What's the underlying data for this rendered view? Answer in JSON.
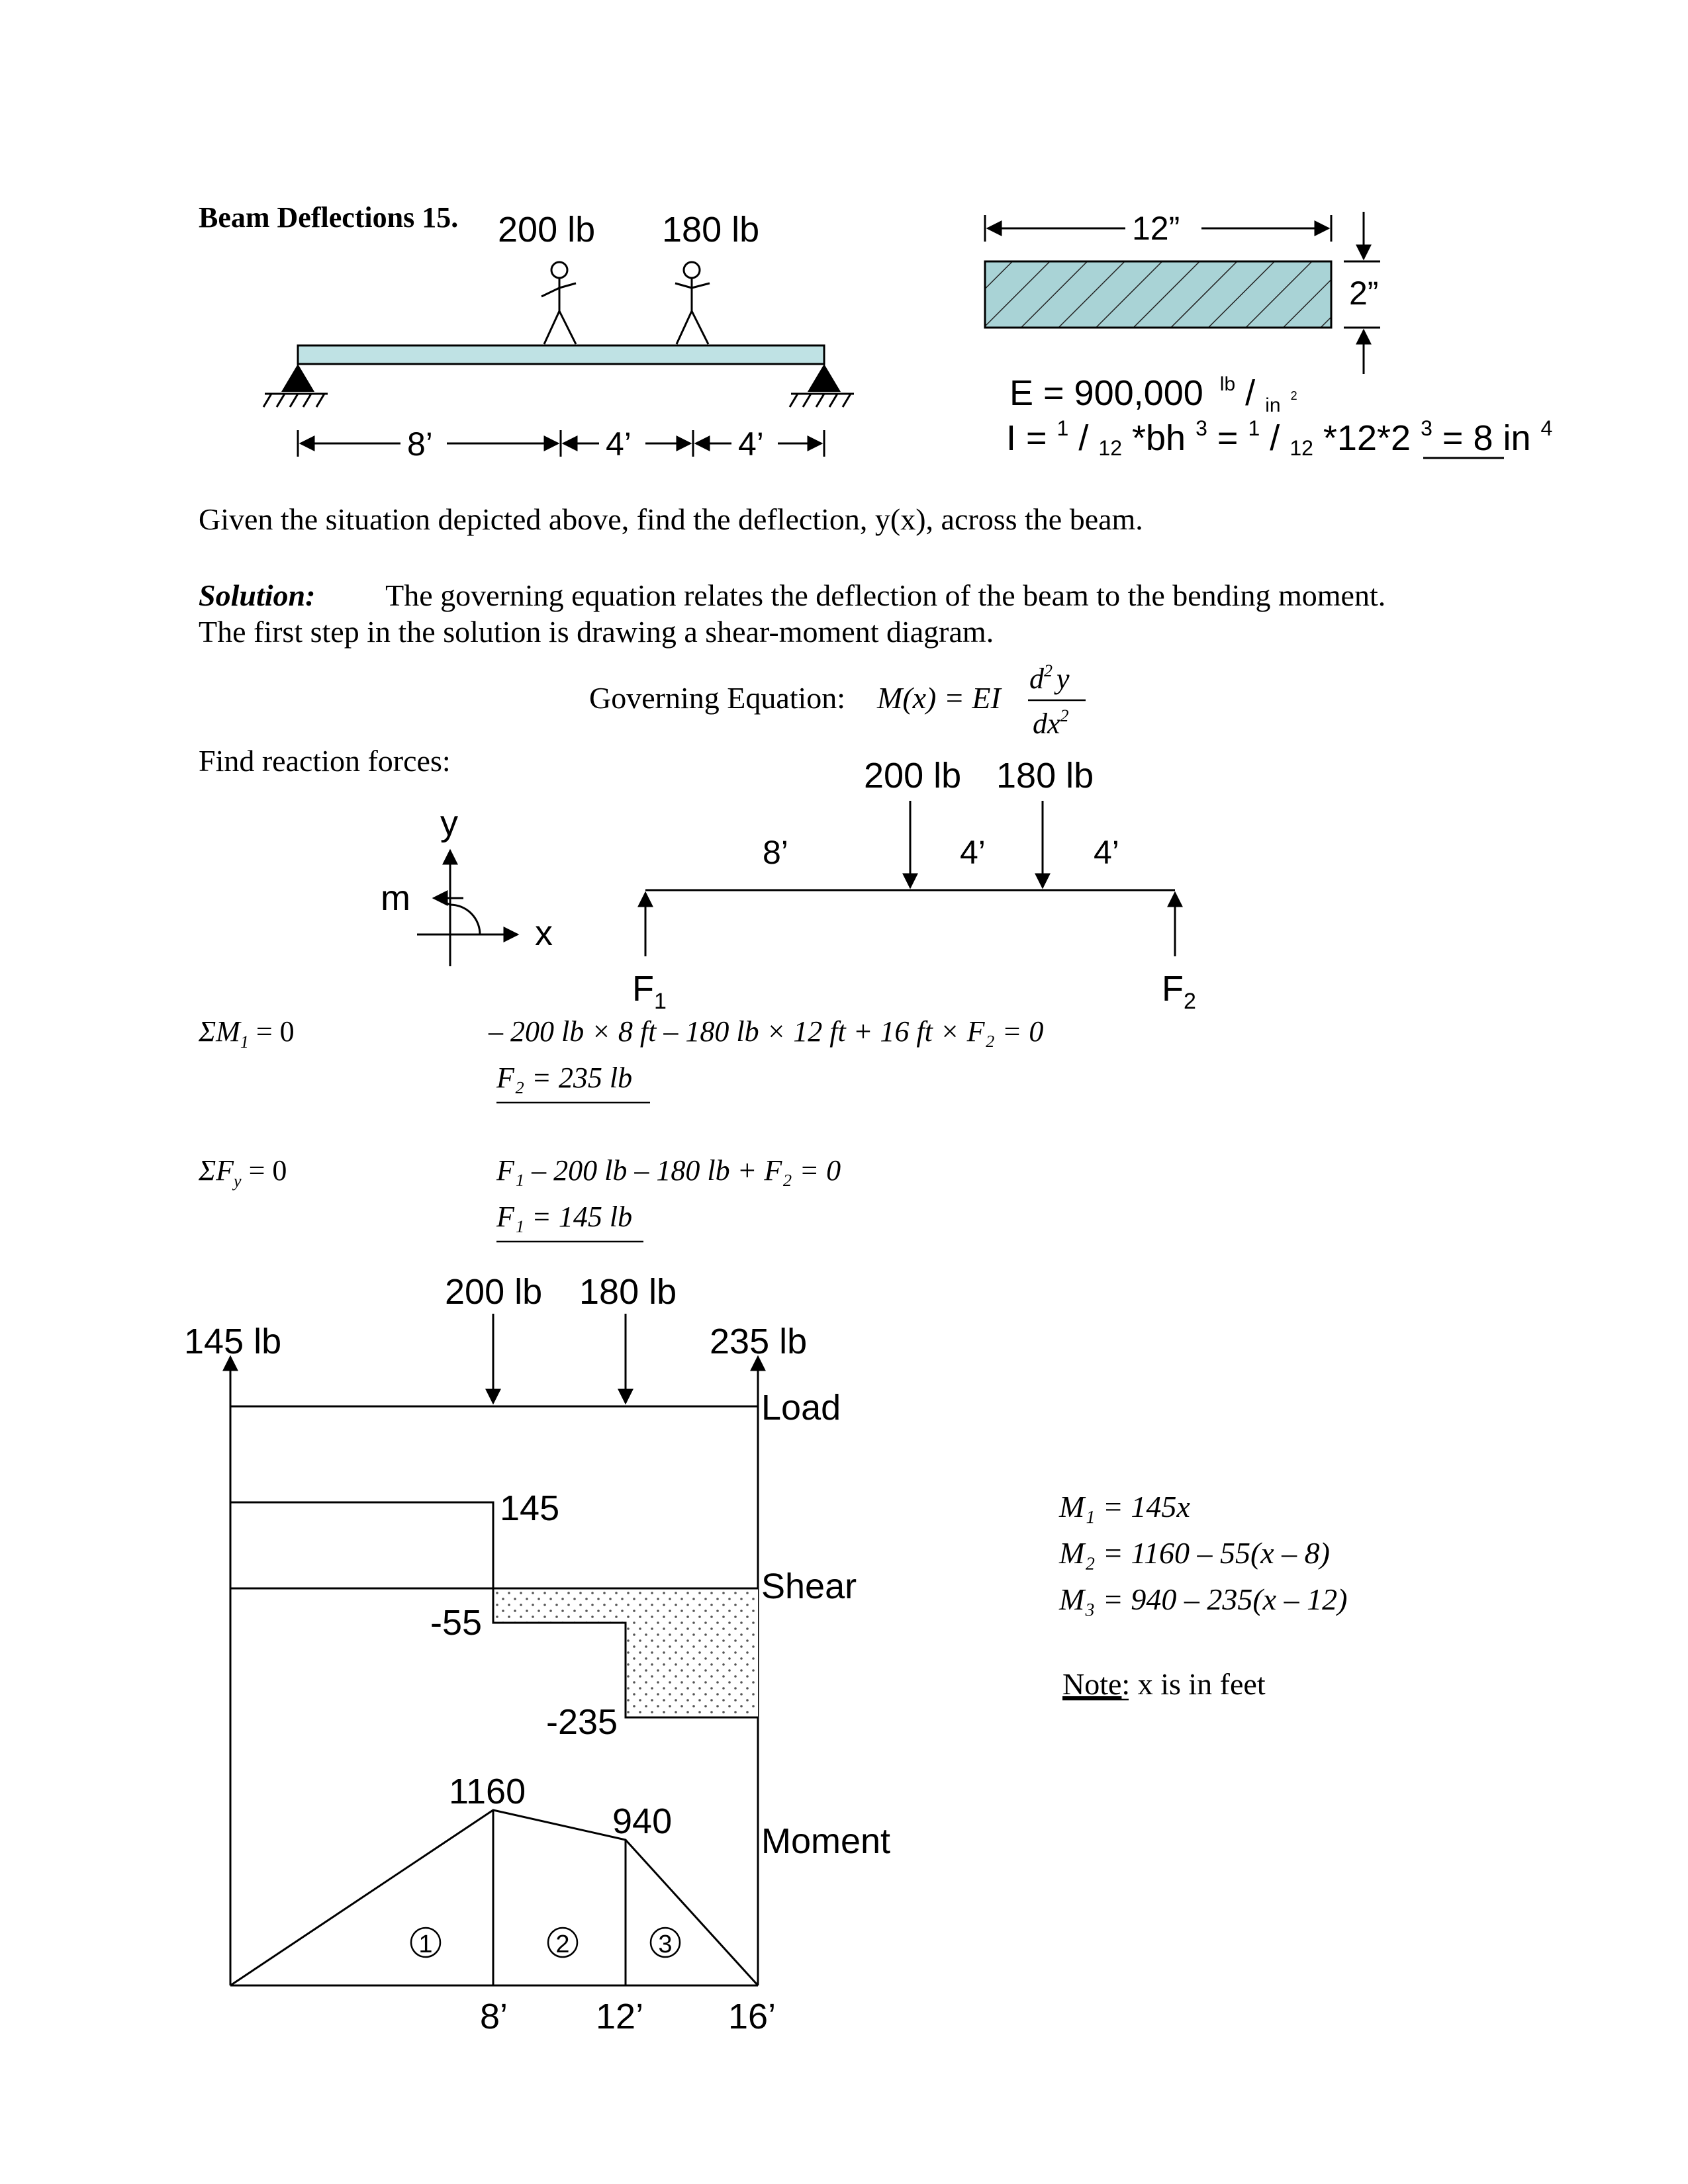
{
  "title": "Beam Deflections 15.",
  "figure1": {
    "load1": "200 lb",
    "load2": "180 lb",
    "seg1": "8’",
    "seg2": "4’",
    "seg3": "4’"
  },
  "section": {
    "width": "12”",
    "height": "2”",
    "E_text": "E = 900,000",
    "E_unit_num": "lb",
    "E_unit_den": "in",
    "E_unit_pow": "2",
    "I_prefix": "I = ",
    "I_sup1": "1",
    "I_sub1": "12",
    "I_mid1": "*bh",
    "I_pow1": "3",
    "I_eq": " = ",
    "I_sup2": "1",
    "I_sub2": "12",
    "I_mid2": "*12*2",
    "I_pow2": "3",
    "I_eq2": " = ",
    "I_result": "8 in",
    "I_result_pow": "4"
  },
  "problem": "Given the situation depicted above, find the deflection, y(x), across the beam.",
  "solution": {
    "label": "Solution:",
    "line1": "The governing equation relates the deflection of the beam to the bending moment.",
    "line2": "The first step in the solution is drawing a shear-moment diagram."
  },
  "governing": {
    "label": "Governing Equation:",
    "lhs": "M(x) = EI",
    "num": "d",
    "num_pow": "2",
    "num_var": "y",
    "den": "dx",
    "den_pow": "2"
  },
  "reactions": {
    "heading": "Find reaction forces:",
    "fbd": {
      "load1": "200 lb",
      "load2": "180 lb",
      "seg1": "8’",
      "seg2": "4’",
      "seg3": "4’",
      "f1": "F",
      "f1_sub": "1",
      "f2": "F",
      "f2_sub": "2",
      "axis_y": "y",
      "axis_x": "x",
      "axis_m": "m"
    },
    "sumM_label": "ΣM",
    "sumM_sub": "1",
    "sumM_eq": " = 0",
    "sumM_eqn": "– 200 lb × 8  ft – 180 lb × 12  ft + 16  ft × F₂ = 0",
    "sumM_result": "F₂ = 235 lb",
    "sumF_label": "ΣF",
    "sumF_sub": "y",
    "sumF_eq": " = 0",
    "sumF_eqn": "F₁ – 200 lb – 180 lb + F₂ = 0",
    "sumF_result": "F₁ = 145 lb"
  },
  "diagram": {
    "load1": "200 lb",
    "load2": "180 lb",
    "r1": "145 lb",
    "r2": "235 lb",
    "load_label": "Load",
    "shear_label": "Shear",
    "moment_label": "Moment",
    "v1": "145",
    "v2": "-55",
    "v3": "-235",
    "m1": "1160",
    "m2": "940",
    "region1": "1",
    "region2": "2",
    "region3": "3",
    "x1": "8’",
    "x2": "12’",
    "x3": "16’"
  },
  "moment_eqs": {
    "eq1": "M₁ = 145x",
    "eq2": "M₂ = 1160 – 55(x – 8)",
    "eq3": "M₃ = 940 – 235(x – 12)",
    "note_label": "Note",
    "note_text": ": x is in feet"
  }
}
